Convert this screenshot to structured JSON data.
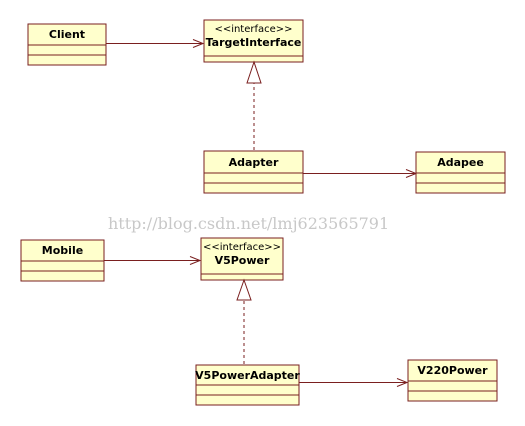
{
  "colors": {
    "class_fill": "#ffffcc",
    "class_stroke": "#7a1f1f",
    "watermark": "#c8c8c8"
  },
  "classes": {
    "client": {
      "name": "Client"
    },
    "target_interface": {
      "stereotype": "<<interface>>",
      "name": "TargetInterface"
    },
    "adapter": {
      "name": "Adapter"
    },
    "adapee": {
      "name": "Adapee"
    },
    "mobile": {
      "name": "Mobile"
    },
    "v5power": {
      "stereotype": "<<interface>>",
      "name": "V5Power"
    },
    "v5power_adapter": {
      "name": "V5PowerAdapter"
    },
    "v220power": {
      "name": "V220Power"
    }
  },
  "relations": [
    {
      "type": "association",
      "from": "Client",
      "to": "TargetInterface"
    },
    {
      "type": "realization",
      "from": "Adapter",
      "to": "TargetInterface"
    },
    {
      "type": "association",
      "from": "Adapter",
      "to": "Adapee"
    },
    {
      "type": "association",
      "from": "Mobile",
      "to": "V5Power"
    },
    {
      "type": "realization",
      "from": "V5PowerAdapter",
      "to": "V5Power"
    },
    {
      "type": "association",
      "from": "V5PowerAdapter",
      "to": "V220Power"
    }
  ],
  "watermark": "http://blog.csdn.net/lmj623565791"
}
